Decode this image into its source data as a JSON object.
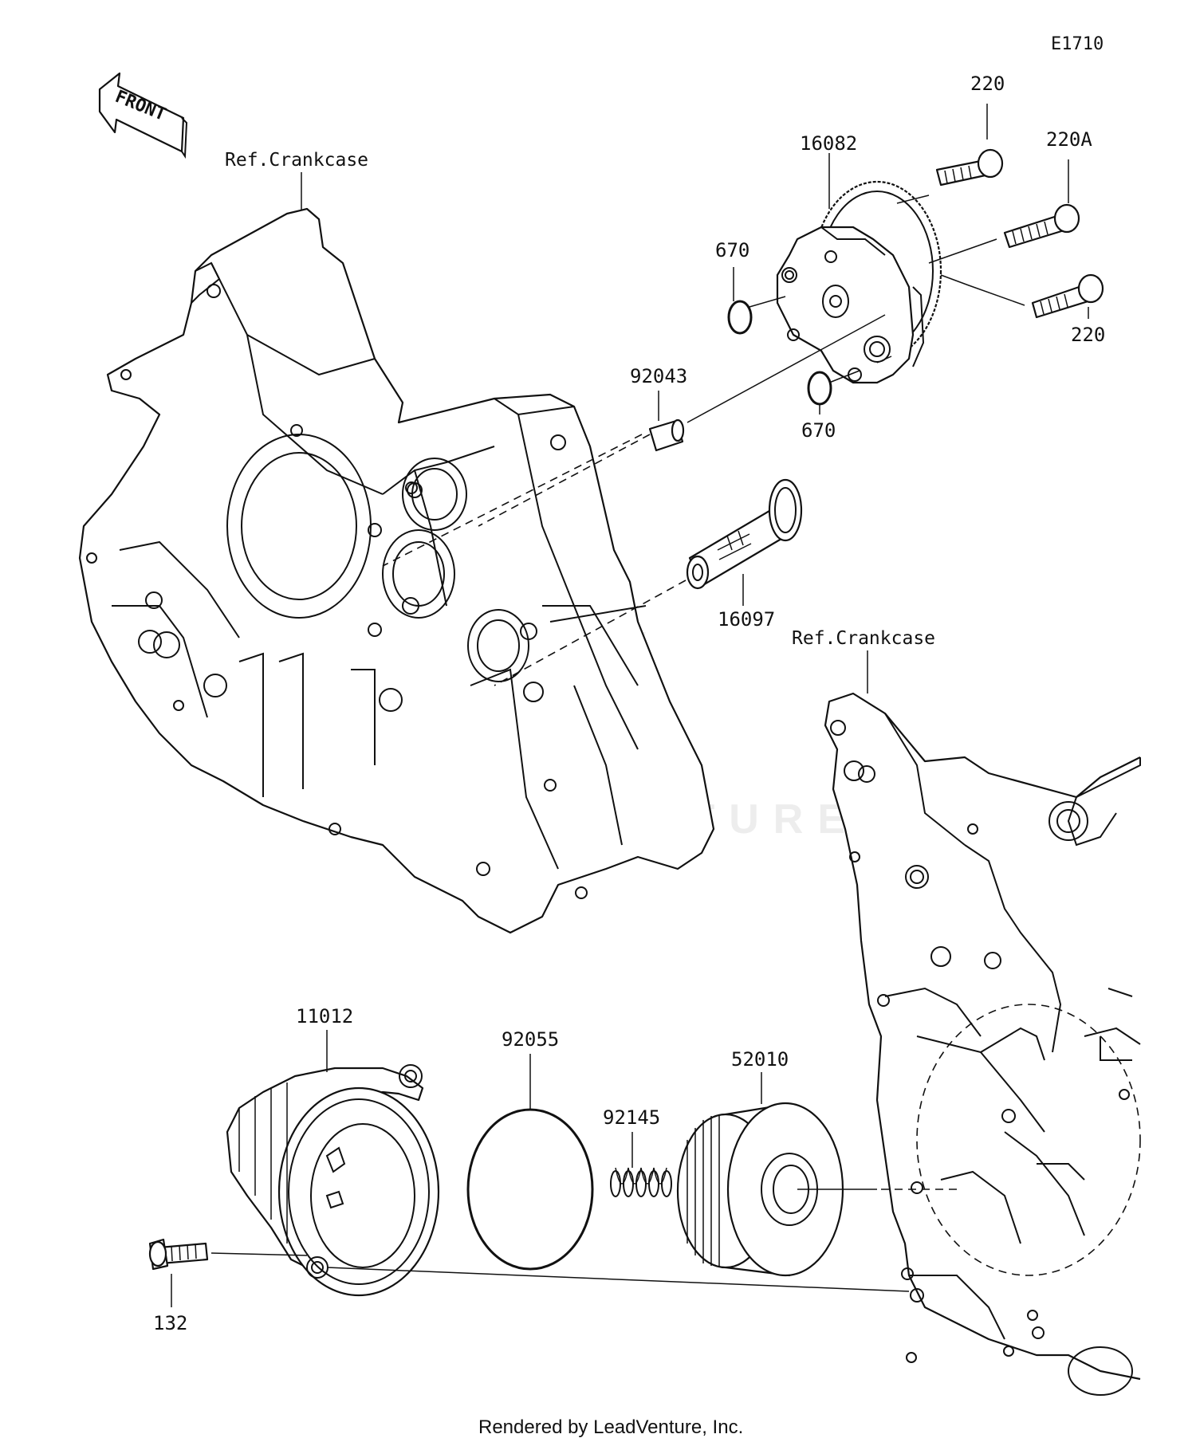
{
  "diagram": {
    "code": "E1710",
    "front_label": "FRONT",
    "refs": [
      {
        "id": "ref-crankcase-left",
        "text": "Ref.Crankcase"
      },
      {
        "id": "ref-crankcase-right",
        "text": "Ref.Crankcase"
      }
    ],
    "parts": {
      "p220_top": "220",
      "p220a": "220A",
      "p220_bottom": "220",
      "p16082": "16082",
      "p670_top": "670",
      "p670_bottom": "670",
      "p92043": "92043",
      "p16097": "16097",
      "p11012": "11012",
      "p92055": "92055",
      "p92145": "92145",
      "p52010": "52010",
      "p132": "132"
    },
    "watermark": "LEADVENTURE",
    "footer": "Rendered by LeadVenture, Inc."
  }
}
